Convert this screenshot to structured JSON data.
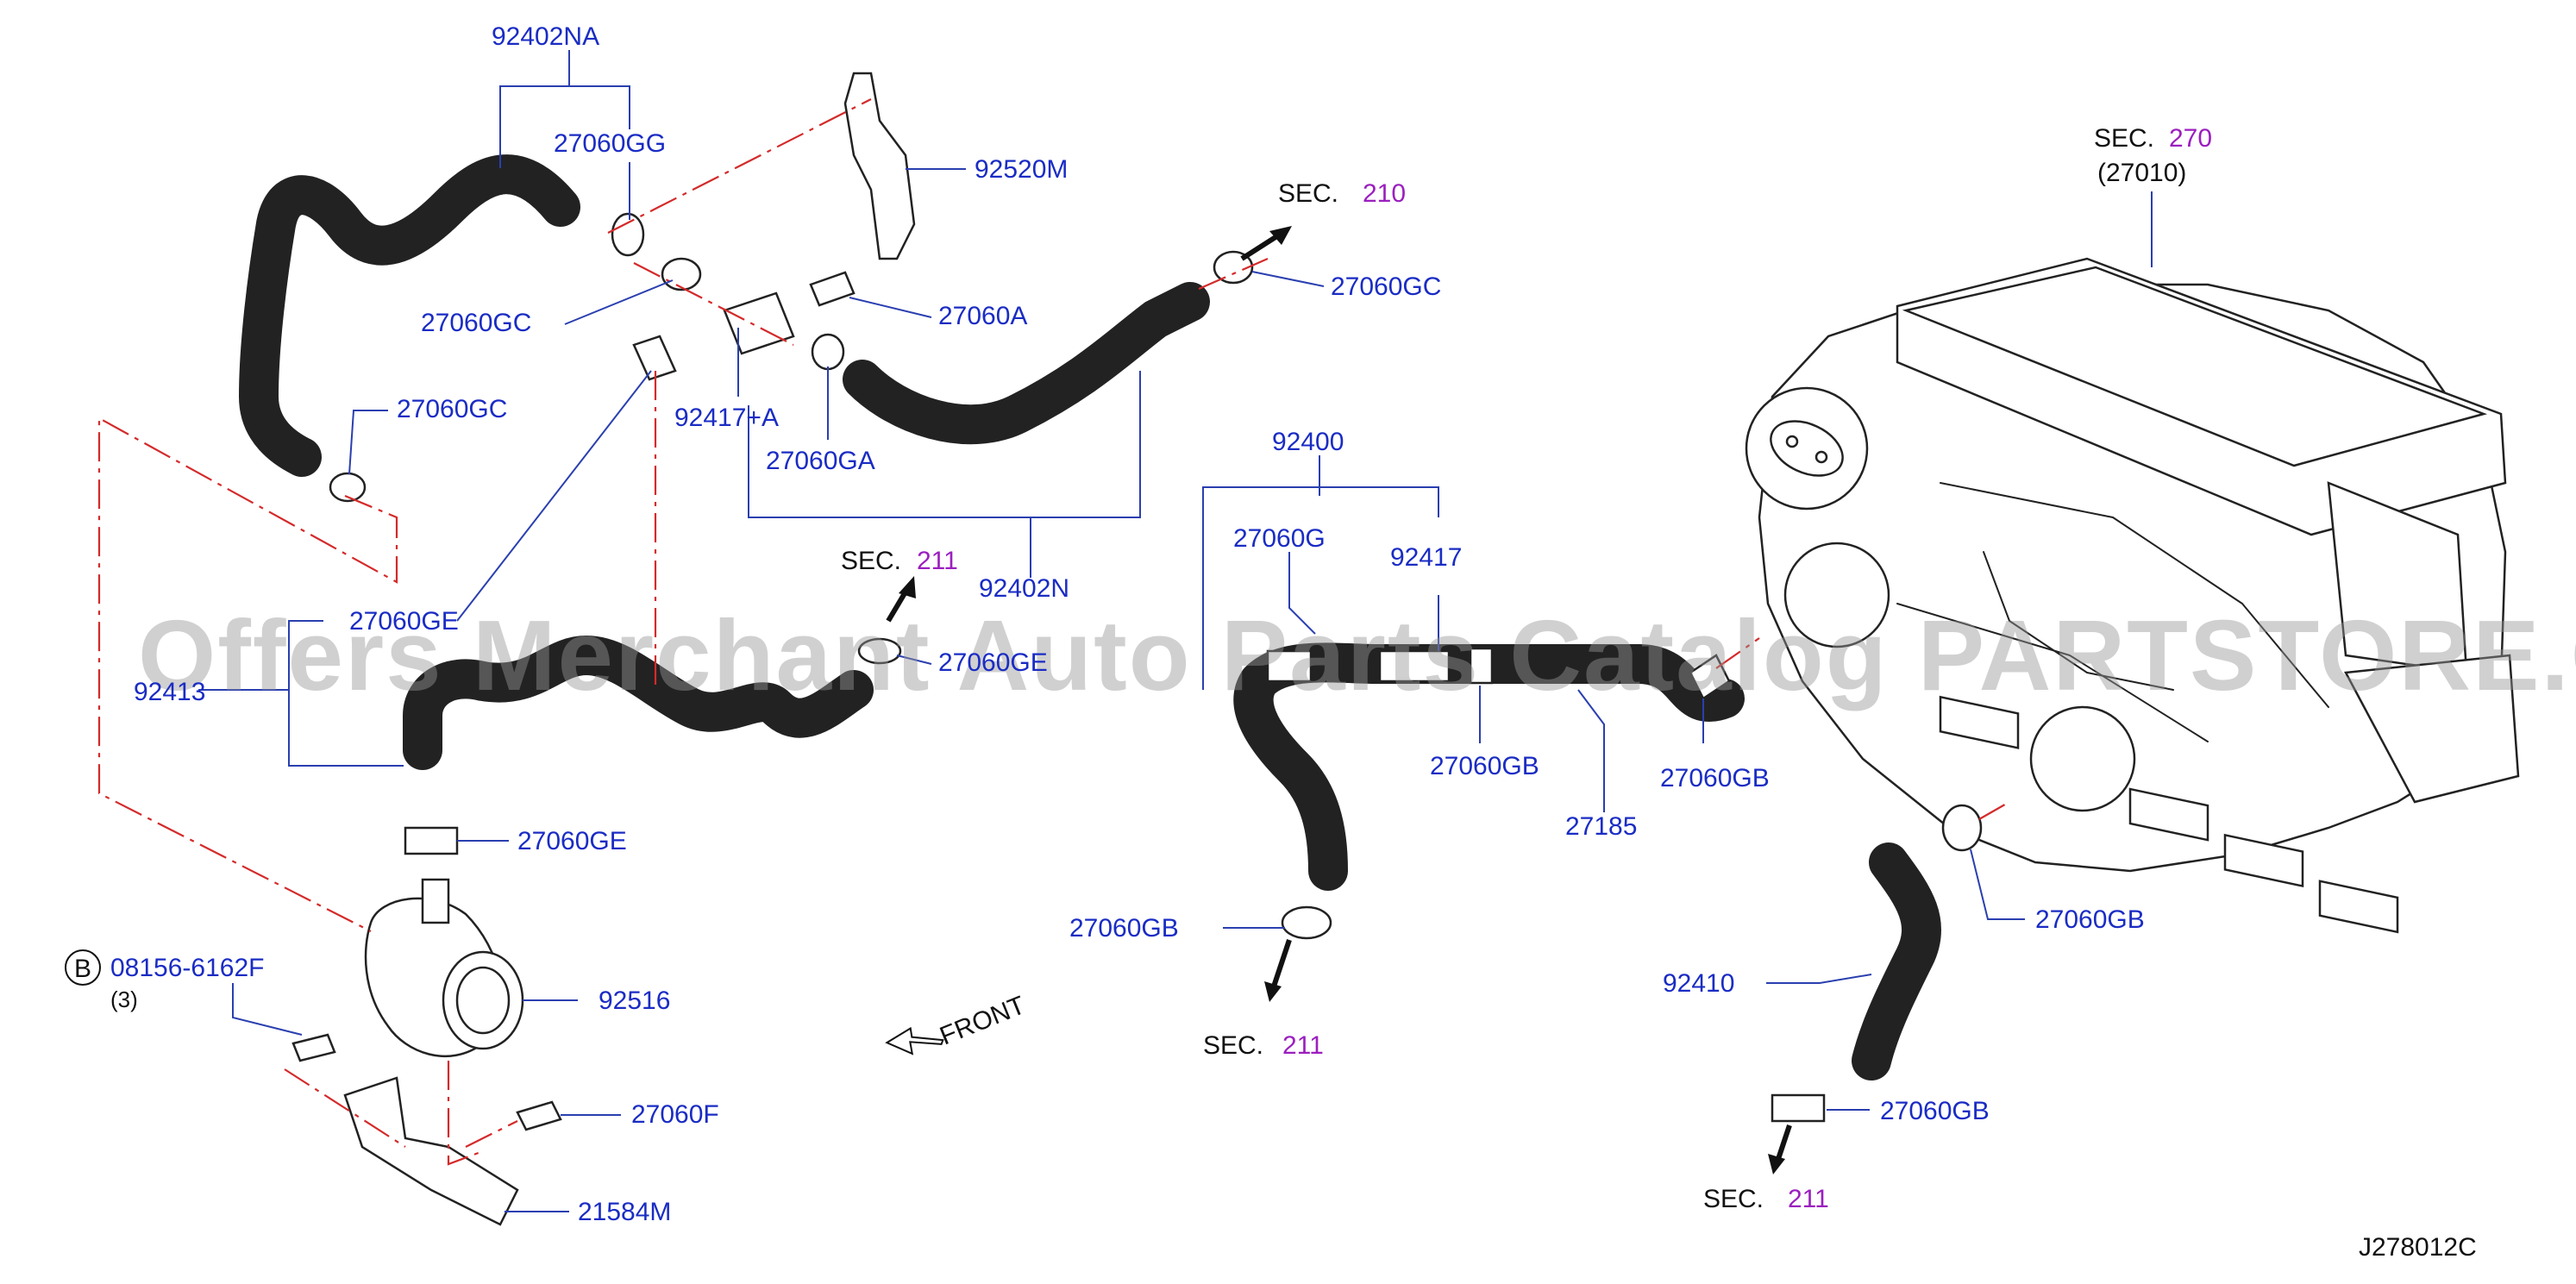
{
  "diagram": {
    "drawing_code": "J278012C",
    "watermark": "Offers Merchant Auto Parts Catalog PARTSTORE.CA",
    "front_label": "FRONT",
    "parts": {
      "p92402NA": "92402NA",
      "p27060GG": "27060GG",
      "p92520M": "92520M",
      "p27060GC_a": "27060GC",
      "p27060A": "27060A",
      "p27060GC_b": "27060GC",
      "p92417A": "92417+A",
      "p27060GA": "27060GA",
      "p27060GC_c": "27060GC",
      "p92402N": "92402N",
      "p27060GE_a": "27060GE",
      "p92413": "92413",
      "p27060GE_b": "27060GE",
      "p27060GE_c": "27060GE",
      "p08156": "08156-6162F",
      "p08156_qty": "(3)",
      "p92516": "92516",
      "p27060F": "27060F",
      "p21584M": "21584M",
      "p92400": "92400",
      "p27060G": "27060G",
      "p92417": "92417",
      "p27060GB_a": "27060GB",
      "p27185": "27185",
      "p27060GB_b": "27060GB",
      "p27060GB_c": "27060GB",
      "p27060GB_d": "27060GB",
      "p92410": "92410",
      "p27060GB_e": "27060GB"
    },
    "section_refs": {
      "sec_label": "SEC.",
      "sec270_num": "270",
      "sec270_sub": "(27010)",
      "sec210_num": "210",
      "sec211_a_num": "211",
      "sec211_b_num": "211",
      "sec211_c_num": "211"
    },
    "circle_marker": "B",
    "colors": {
      "part_number": "#1a2cc4",
      "section_number": "#9b1fbf",
      "leader": "#2a3fb0",
      "phantom_line": "#d42a2a"
    }
  }
}
